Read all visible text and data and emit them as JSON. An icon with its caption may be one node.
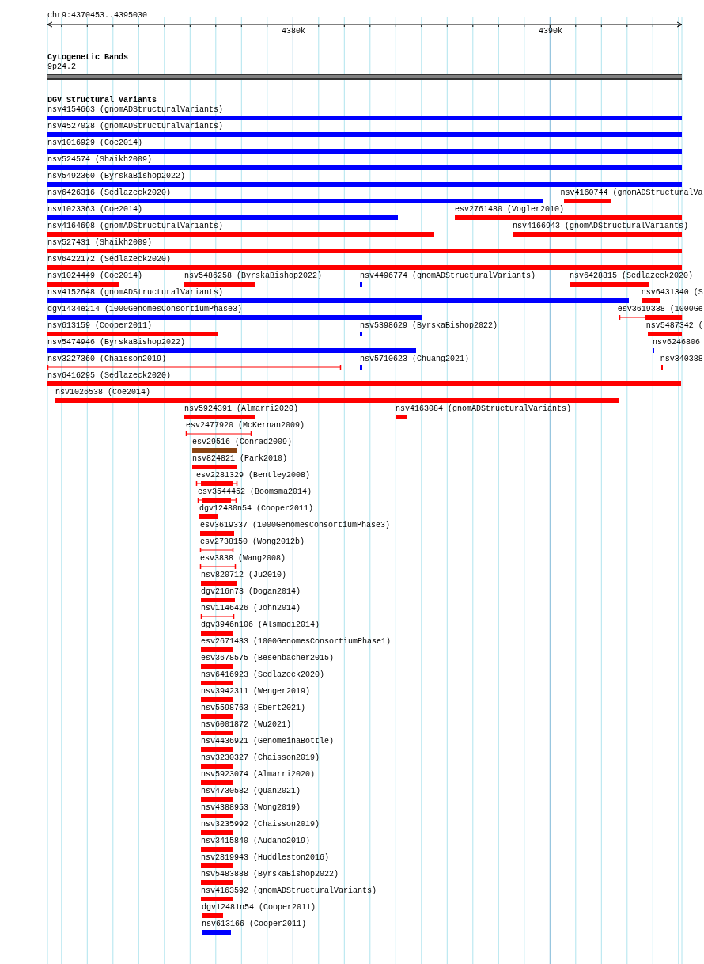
{
  "diagram": {
    "nodes": [
      {
        "text": [
          "nsv4154663 (gnomADStructuralVariants)"
        ]
      },
      {
        "text": [
          "nsv4527028 (gnomADStructuralVariants)"
        ]
      },
      {
        "text": [
          "nsv1016929 (Coe2014)"
        ]
      },
      {
        "text": [
          "nsv524574 (Shaikh2009)"
        ]
      },
      {
        "text": [
          "nsv5492360 (ByrskaBishop2022)"
        ]
      },
      {
        "text": [
          "nsv6426316 (Sedlazeck2020)"
        ]
      },
      {
        "text": [
          "nsv4160744 (gnomADStructuralVa"
        ]
      },
      {
        "text": [
          "nsv1023363 (Coe2014)"
        ]
      },
      {
        "text": [
          "esv2761480 (Vogler2010)"
        ]
      },
      {
        "text": [
          "nsv4164698 (gnomADStructuralVariants)"
        ]
      },
      {
        "text": [
          "nsv4166943 (gnomADStructuralVariants)"
        ]
      },
      {
        "text": [
          "nsv527431 (Shaikh2009)"
        ]
      },
      {
        "text": [
          "nsv6422172 (Sedlazeck2020)"
        ]
      },
      {
        "text": [
          "nsv1024449 (Coe2014)"
        ]
      },
      {
        "text": [
          "nsv5486258 (ByrskaBishop2022)"
        ]
      },
      {
        "text": [
          "nsv4496774 (gnomADStructuralVariants)"
        ]
      },
      {
        "text": [
          "nsv6428815 (Sedlazeck2020)"
        ]
      },
      {
        "text": [
          "nsv4152648 (gnomADStructuralVariants)"
        ]
      },
      {
        "text": [
          "nsv6431340 (S"
        ]
      },
      {
        "text": [
          "dgv1434e214 (1000GenomesConsortiumPhase3)"
        ]
      },
      {
        "text": [
          "esv3619338 (1000Ge"
        ]
      },
      {
        "text": [
          "nsv613159 (Cooper2011)"
        ]
      },
      {
        "text": [
          "nsv5398629 (ByrskaBishop2022)"
        ]
      },
      {
        "text": [
          "nsv5487342 ("
        ]
      },
      {
        "text": [
          "nsv5474946 (ByrskaBishop2022)"
        ]
      },
      {
        "text": [
          "nsv6246806"
        ]
      },
      {
        "text": [
          "nsv3227360 (Chaisson2019)"
        ]
      },
      {
        "text": [
          "nsv5710623 (Chuang2021)"
        ]
      },
      {
        "text": [
          "nsv340388"
        ]
      },
      {
        "text": [
          "nsv6416295 (Sedlazeck2020)"
        ]
      },
      {
        "text": [
          "nsv1026538 (Coe2014)"
        ]
      },
      {
        "text": [
          "nsv5924391 (Almarri2020)"
        ]
      },
      {
        "text": [
          "nsv4163084 (gnomADStructuralVariants)"
        ]
      },
      {
        "text": [
          "esv2477920 (McKernan2009)"
        ]
      },
      {
        "text": [
          "esv29516 (Conrad2009)"
        ]
      },
      {
        "text": [
          "nsv824821 (Park2010)"
        ]
      },
      {
        "text": [
          "esv2281329 (Bentley2008)"
        ]
      },
      {
        "text": [
          "esv3544452 (Boomsma2014)"
        ]
      },
      {
        "text": [
          "dgv12480n54 (Cooper2011)"
        ]
      },
      {
        "text": [
          "esv3619337 (1000GenomesConsortiumPhase3)"
        ]
      },
      {
        "text": [
          "esv2738150 (Wong2012b)"
        ]
      },
      {
        "text": [
          "esv3838 (Wang2008)"
        ]
      },
      {
        "text": [
          "nsv820712 (Ju2010)"
        ]
      },
      {
        "text": [
          "dgv216n73 (Dogan2014)"
        ]
      },
      {
        "text": [
          "nsv1146426 (John2014)"
        ]
      },
      {
        "text": [
          "dgv3946n106 (Alsmadi2014)"
        ]
      },
      {
        "text": [
          "esv2671433 (1000GenomesConsortiumPhase1)"
        ]
      },
      {
        "text": [
          "esv3678575 (Besenbacher2015)"
        ]
      },
      {
        "text": [
          "nsv6416923 (Sedlazeck2020)"
        ]
      },
      {
        "text": [
          "nsv3942311 (Wenger2019)"
        ]
      },
      {
        "text": [
          "nsv5598763 (Ebert2021)"
        ]
      },
      {
        "text": [
          "nsv6001872 (Wu2021)"
        ]
      },
      {
        "text": [
          "nsv4436921 (GenomeinaBottle)"
        ]
      },
      {
        "text": [
          "nsv3230327 (Chaisson2019)"
        ]
      },
      {
        "text": [
          "nsv5923074 (Almarri2020)"
        ]
      },
      {
        "text": [
          "nsv4730582 (Quan2021)"
        ]
      },
      {
        "text": [
          "nsv4388953 (Wong2019)"
        ]
      },
      {
        "text": [
          "nsv3235992 (Chaisson2019)"
        ]
      },
      {
        "text": [
          "nsv3415840 (Audano2019)"
        ]
      },
      {
        "text": [
          "nsv2819943 (Huddleston2016)"
        ]
      },
      {
        "text": [
          "nsv5483888 (ByrskaBishop2022)"
        ]
      },
      {
        "text": [
          "nsv4163592 (gnomADStructuralVariants)"
        ]
      },
      {
        "text": [
          "dgv12481n54 (Cooper2011)"
        ]
      },
      {
        "text": [
          "nsv613166 (Cooper2011)"
        ]
      }
    ],
    "labels": [
      "chr9:4370453..4395030",
      "4380k",
      "4390k",
      "Cytogenetic Bands",
      "9p24.2",
      "DGV Structural Variants"
    ]
  }
}
